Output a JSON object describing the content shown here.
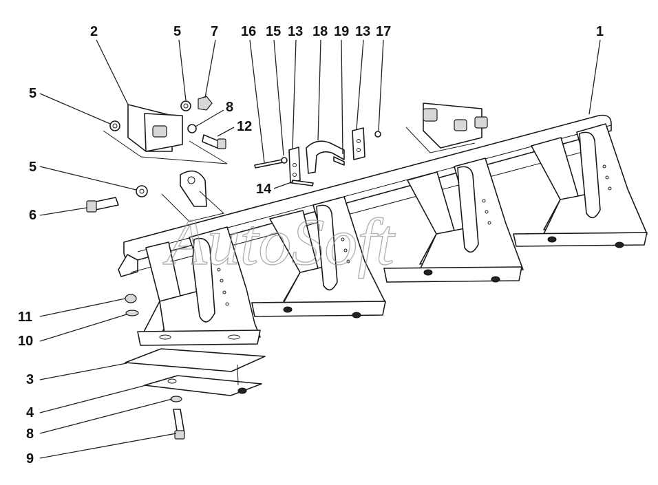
{
  "watermark": "AutoSoft",
  "callouts": [
    {
      "id": "c2",
      "label": "2"
    },
    {
      "id": "c5a",
      "label": "5"
    },
    {
      "id": "c7",
      "label": "7"
    },
    {
      "id": "c16",
      "label": "16"
    },
    {
      "id": "c15",
      "label": "15"
    },
    {
      "id": "c13a",
      "label": "13"
    },
    {
      "id": "c18",
      "label": "18"
    },
    {
      "id": "c19",
      "label": "19"
    },
    {
      "id": "c13b",
      "label": "13"
    },
    {
      "id": "c17",
      "label": "17"
    },
    {
      "id": "c1",
      "label": "1"
    },
    {
      "id": "c5b",
      "label": "5"
    },
    {
      "id": "c8a",
      "label": "8"
    },
    {
      "id": "c12",
      "label": "12"
    },
    {
      "id": "c5c",
      "label": "5"
    },
    {
      "id": "c14",
      "label": "14"
    },
    {
      "id": "c6",
      "label": "6"
    },
    {
      "id": "c11",
      "label": "11"
    },
    {
      "id": "c10",
      "label": "10"
    },
    {
      "id": "c3",
      "label": "3"
    },
    {
      "id": "c4",
      "label": "4"
    },
    {
      "id": "c8b",
      "label": "8"
    },
    {
      "id": "c9",
      "label": "9"
    }
  ]
}
